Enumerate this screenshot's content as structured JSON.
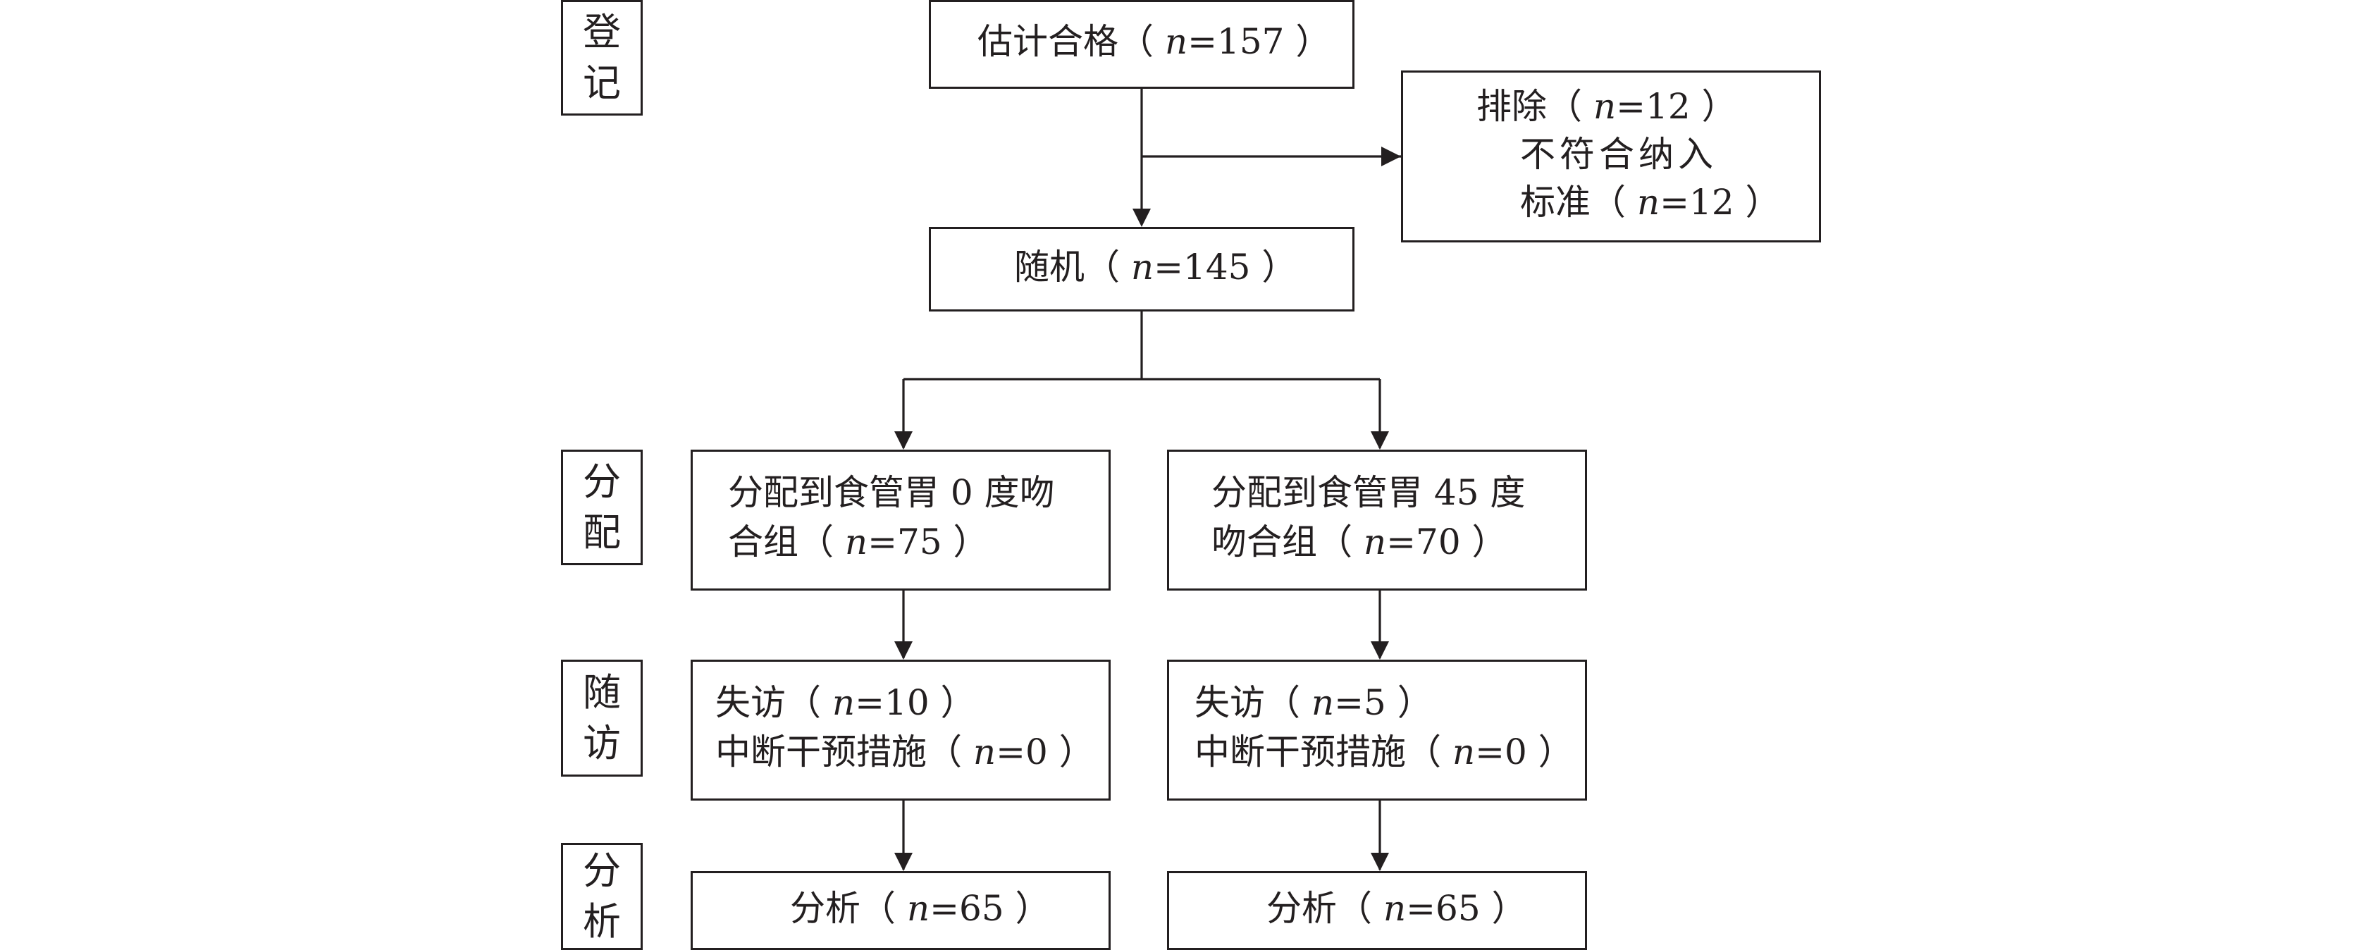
{
  "stages": [
    {
      "id": "enrollment",
      "chars": [
        "登",
        "记"
      ]
    },
    {
      "id": "allocation",
      "chars": [
        "分",
        "配"
      ]
    },
    {
      "id": "follow-up",
      "chars": [
        "随",
        "访"
      ]
    },
    {
      "id": "analysis",
      "chars": [
        "分",
        "析"
      ]
    }
  ],
  "nodes": {
    "eligible": {
      "lines": [
        {
          "pre": "估计合格（ ",
          "n": "n",
          "post": "=157 ）"
        }
      ]
    },
    "excluded": {
      "lines": [
        {
          "pre": "排除（ ",
          "n": "n",
          "post": "=12 ）"
        },
        {
          "pre": "不符合纳入",
          "n": "",
          "post": ""
        },
        {
          "pre": "标准（ ",
          "n": "n",
          "post": "=12 ）"
        }
      ]
    },
    "randomized": {
      "lines": [
        {
          "pre": "随机（ ",
          "n": "n",
          "post": "=145 ）"
        }
      ]
    },
    "alloc_0": {
      "lines": [
        {
          "pre": "分配到食管胃 0 度吻",
          "n": "",
          "post": ""
        },
        {
          "pre": "合组（ ",
          "n": "n",
          "post": "=75 ）"
        }
      ]
    },
    "alloc_45": {
      "lines": [
        {
          "pre": "分配到食管胃 45 度",
          "n": "",
          "post": ""
        },
        {
          "pre": "吻合组（ ",
          "n": "n",
          "post": "=70 ）"
        }
      ]
    },
    "follow_0": {
      "lines": [
        {
          "pre": "失访（ ",
          "n": "n",
          "post": "=10 ）"
        },
        {
          "pre": "中断干预措施（ ",
          "n": "n",
          "post": "=0 ）"
        }
      ]
    },
    "follow_45": {
      "lines": [
        {
          "pre": "失访（ ",
          "n": "n",
          "post": "=5 ）"
        },
        {
          "pre": "中断干预措施（ ",
          "n": "n",
          "post": "=0 ）"
        }
      ]
    },
    "analysis_0": {
      "lines": [
        {
          "pre": "分析（ ",
          "n": "n",
          "post": "=65 ）"
        }
      ]
    },
    "analysis_45": {
      "lines": [
        {
          "pre": "分析（ ",
          "n": "n",
          "post": "=65 ）"
        }
      ]
    }
  }
}
